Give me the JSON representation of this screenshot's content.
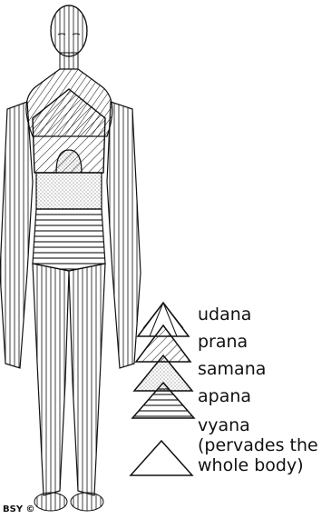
{
  "legend": {
    "udana": "udana",
    "prana": "prana",
    "samana": "samana",
    "apana": "apana",
    "vyana_line1": "vyana",
    "vyana_line2": "(pervades the",
    "vyana_line3": "whole body)"
  },
  "credit": "BSY ©"
}
